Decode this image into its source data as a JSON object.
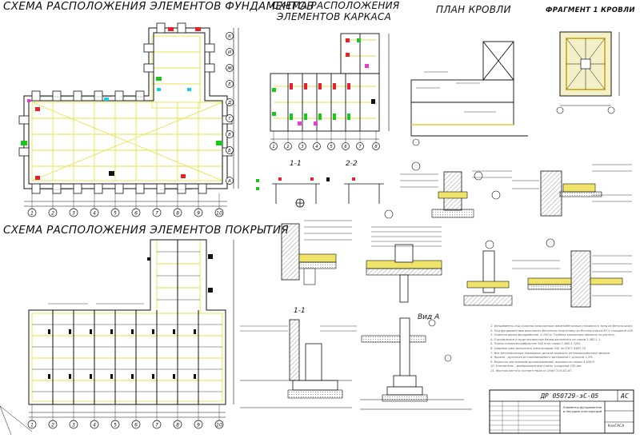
{
  "titles": {
    "foundations": "СХЕМА РАСПОЛОЖЕНИЯ ЭЛЕМЕНТОВ ФУНДАМЕНТОВ",
    "frame_line1": "СХЕМА РАСПОЛОЖЕНИЯ",
    "frame_line2": "ЭЛЕМЕНТОВ КАРКАСА",
    "roof_plan": "ПЛАН КРОВЛИ",
    "roof_fragment": "ФРАГМЕНТ 1 КРОВЛИ",
    "roofing_elements": "СХЕМА РАСПОЛОЖЕНИЯ ЭЛЕМЕНТОВ ПОКРЫТИЯ"
  },
  "sections": {
    "s11_top": "1-1",
    "s22": "2-2",
    "s11_bottom": "1-1",
    "view_a": "Вид А"
  },
  "axes_numeric": [
    "1",
    "2",
    "3",
    "4",
    "5",
    "6",
    "7",
    "8",
    "9",
    "10"
  ],
  "axes_letter": [
    "К",
    "И",
    "Ж",
    "Е",
    "Д",
    "Г",
    "В",
    "Б",
    "А"
  ],
  "frame_axes": [
    "1",
    "2",
    "3",
    "4",
    "5",
    "6",
    "7",
    "8"
  ],
  "title_block": {
    "code": "ДР 050729-эС-05",
    "stage": "АС",
    "sheet_name": "Элементы фундаментов и несущих конструкций",
    "org": "КазГАСА"
  },
  "notes": [
    "1. Фундаменты под колонны монолитные железобетонные стаканного типа из бетона класса В20.",
    "2. Под фундаментами выполнить бетонную подготовку из бетона класса В7,5 толщиной 100 мм.",
    "3. Отметка верха фундаментов -0,150 м. Глубина заложения принята по расчету.",
    "4. Стропильные и подстропильные балки выполнить по серии 1.462.1-1.",
    "5. Плиты покрытия ребристые 3х6 м по серии 1.465.1-7/84.",
    "6. Сварные швы выполнять электродами Э42 по ГОСТ 9467-75.",
    "7. Все металлические закладные детали окрасить антикоррозионной эмалью.",
    "8. Кровля - рулонная из наплавляемого материала с уклоном 1,5%.",
    "9. Водосток внутренний организованный, воронки по серии 4.400-9.",
    "10. Утеплитель - минераловатные плиты толщиной 150 мм.",
    "11. Монтаж вести в соответствии со СНиП 3.03.01-87."
  ]
}
